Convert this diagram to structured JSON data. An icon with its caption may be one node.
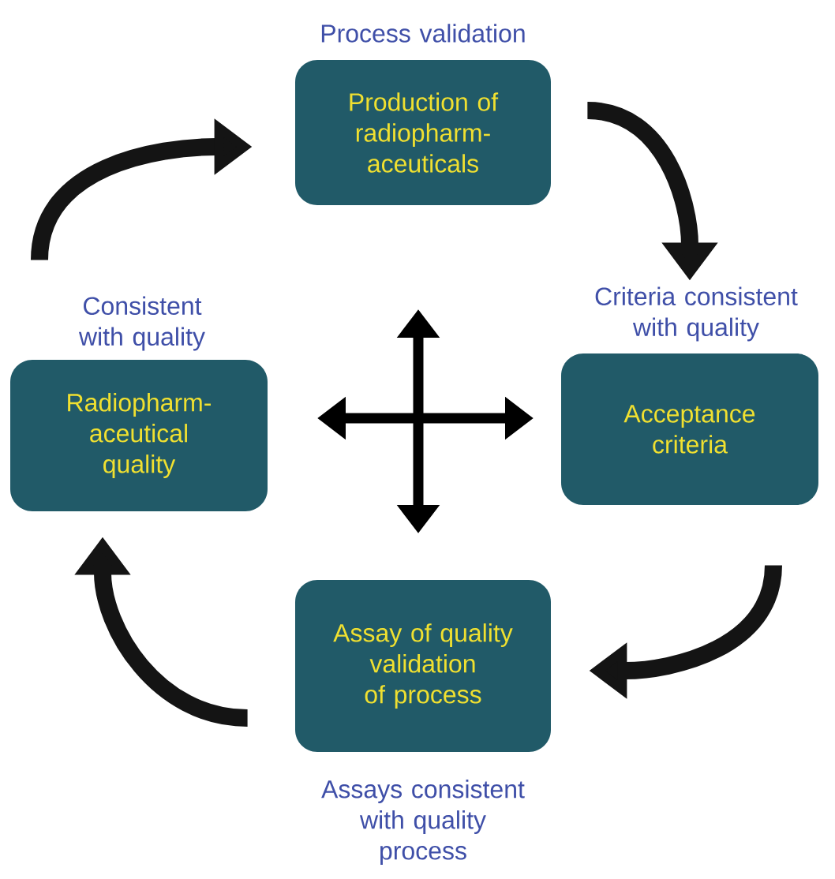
{
  "diagram": {
    "nodes": [
      {
        "text": [
          "Production of radiopharm- aceuticals"
        ],
        "beside": [
          "Process validation"
        ]
      },
      {
        "text": [
          "Acceptance criteria"
        ],
        "beside": [
          "Criteria consistent with quality"
        ]
      },
      {
        "text": [
          "Assay of quality validation of process"
        ],
        "beside": [
          "Assays consistent with quality process"
        ]
      },
      {
        "text": [
          "Radiopharm- aceutical quality"
        ],
        "beside": [
          "Consistent with quality"
        ]
      }
    ],
    "edges": [
      {
        "from": 3,
        "to": 0,
        "arrow": "to"
      },
      {
        "from": 0,
        "to": 1,
        "arrow": "to"
      },
      {
        "from": 1,
        "to": 2,
        "arrow": "to"
      },
      {
        "from": 2,
        "to": 3,
        "arrow": "to"
      }
    ]
  }
}
